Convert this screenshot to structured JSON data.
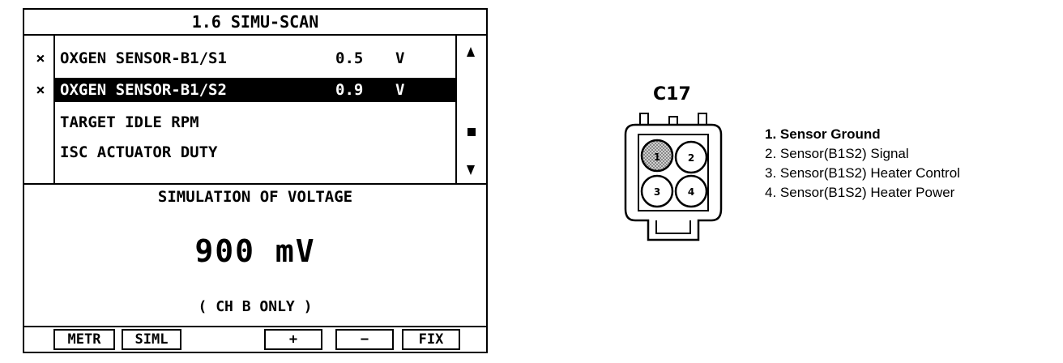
{
  "scanner": {
    "title": "1.6 SIMU-SCAN",
    "rows": [
      {
        "mark": "×",
        "name": "OXGEN SENSOR-B1/S1",
        "value": "0.5",
        "unit": "V",
        "selected": false
      },
      {
        "mark": "×",
        "name": "OXGEN SENSOR-B1/S2",
        "value": "0.9",
        "unit": "V",
        "selected": true
      },
      {
        "mark": "",
        "name": "TARGET IDLE RPM",
        "value": "",
        "unit": "",
        "selected": false
      },
      {
        "mark": "",
        "name": "ISC ACTUATOR DUTY",
        "value": "",
        "unit": "",
        "selected": false
      }
    ],
    "simulation_title": "SIMULATION OF VOLTAGE",
    "simulation_value": "900 mV",
    "simulation_note": "( CH B ONLY )",
    "softkeys": [
      "METR",
      "SIML",
      "+",
      "−",
      "FIX"
    ]
  },
  "connector": {
    "label": "C17",
    "pins": [
      "1",
      "2",
      "3",
      "4"
    ],
    "descriptions": [
      "1. Sensor Ground",
      "2. Sensor(B1S2) Signal",
      "3. Sensor(B1S2) Heater Control",
      "4. Sensor(B1S2) Heater Power"
    ]
  }
}
